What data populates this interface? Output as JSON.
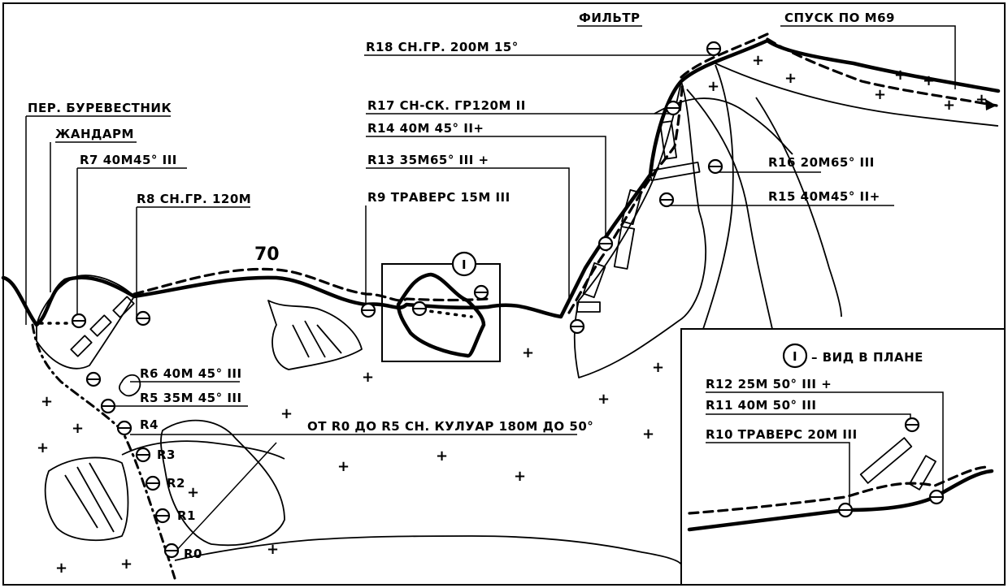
{
  "labels": {
    "filtr": "ФИЛЬТР",
    "spusk": "СПУСК ПО М69",
    "r18": "R18  СН.ГР. 200М 15°",
    "r17": "R17 СН-СК. ГР120М II",
    "r14": "R14 40М 45° II+",
    "r13": "R13  35М65° III +",
    "r9": "R9 ТРАВЕРС 15М III",
    "r16": "R16  20М65° III",
    "r15": "R15  40М45° II+",
    "pereval": "ПЕР. БУРЕВЕСТНИК",
    "zhandarm": "ЖАНДАРМ",
    "r7": "R7  40М45° III",
    "r8": "R8  СН.ГР. 120М",
    "r6": "R6  40М 45° III",
    "r5": "R5  35М 45° III",
    "r4": "R4",
    "r3": "R3",
    "r2": "R2",
    "r1": "R1",
    "r0": "R0",
    "kuluar": "ОТ R0 ДО R5  СН. КУЛУАР  180М ДО 50°",
    "num70": "70",
    "marker": "I",
    "inset_title": "– ВИД В ПЛАНЕ",
    "r12": "R12  25М 50° III +",
    "r11": "R11  40М 50° III",
    "r10": "R10 ТРАВЕРС 20М III"
  },
  "symbols": {
    "hook_icon": "circle-with-bar",
    "relief_mark": "+"
  }
}
